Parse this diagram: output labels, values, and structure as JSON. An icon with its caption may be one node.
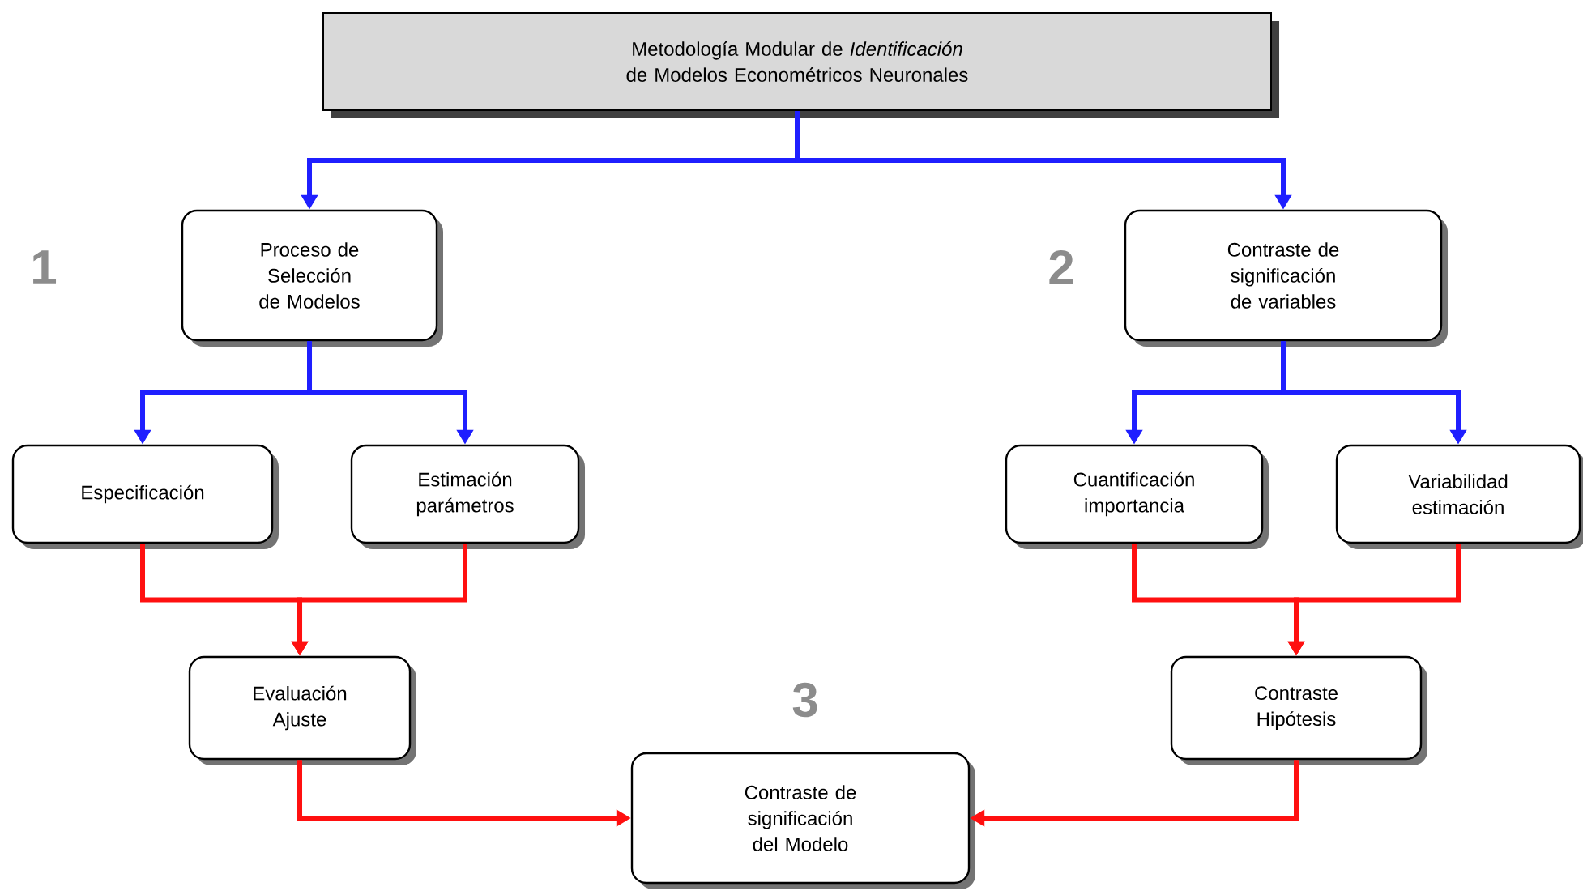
{
  "diagram": {
    "nodes": [
      {
        "text": [
          "Metodología Modular de *Identificación* de Modelos Econométricos  Neuronales"
        ]
      },
      {
        "text": [
          "Proceso de Selección de Modelos"
        ]
      },
      {
        "text": [
          "Contraste de significación de variables"
        ]
      },
      {
        "text": [
          "Especificación"
        ]
      },
      {
        "text": [
          "Estimación parámetros"
        ]
      },
      {
        "text": [
          "Cuantificación importancia"
        ]
      },
      {
        "text": [
          "Variabilidad estimación"
        ]
      },
      {
        "text": [
          "Evaluación Ajuste"
        ]
      },
      {
        "text": [
          "Contraste Hipótesis"
        ]
      },
      {
        "text": [
          "Contraste de significación del Modelo"
        ]
      }
    ],
    "edges": [
      {
        "from": 0,
        "to": 1,
        "arrow": "to"
      },
      {
        "from": 0,
        "to": 2,
        "arrow": "to"
      },
      {
        "from": 1,
        "to": 3,
        "arrow": "to"
      },
      {
        "from": 1,
        "to": 4,
        "arrow": "to"
      },
      {
        "from": 2,
        "to": 5,
        "arrow": "to"
      },
      {
        "from": 2,
        "to": 6,
        "arrow": "to"
      },
      {
        "from": 3,
        "to": 7,
        "arrow": "to",
        "color": "#ff1010"
      },
      {
        "from": 4,
        "to": 7,
        "arrow": "to",
        "color": "#ff1010"
      },
      {
        "from": 5,
        "to": 8,
        "arrow": "to",
        "color": "#ff1010"
      },
      {
        "from": 6,
        "to": 8,
        "arrow": "to",
        "color": "#ff1010"
      },
      {
        "from": 7,
        "to": 9,
        "arrow": "to",
        "color": "#ff1010"
      },
      {
        "from": 8,
        "to": 9,
        "arrow": "to",
        "color": "#ff1010"
      }
    ],
    "labels": [
      "1",
      "2",
      "3"
    ]
  }
}
